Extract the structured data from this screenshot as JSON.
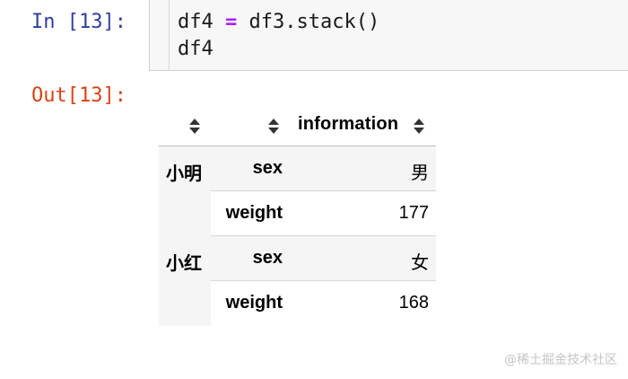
{
  "cell": {
    "in_prompt": "In [13]:",
    "code_line1_var": "df4",
    "code_line1_op": "=",
    "code_line1_expr": "df3.stack()",
    "code_line2": "df4",
    "out_prompt": "Out[13]:"
  },
  "table": {
    "column_header": "information",
    "groups": [
      {
        "label": "小明",
        "rows": [
          {
            "key": "sex",
            "value": "男"
          },
          {
            "key": "weight",
            "value": "177"
          }
        ]
      },
      {
        "label": "小红",
        "rows": [
          {
            "key": "sex",
            "value": "女"
          },
          {
            "key": "weight",
            "value": "168"
          }
        ]
      }
    ]
  },
  "icons": {
    "sort": "sort-icon"
  },
  "colors": {
    "in_prompt": "#303f9f",
    "out_prompt": "#d84315",
    "operator": "#aa22ff"
  },
  "watermark": "@稀土掘金技术社区"
}
